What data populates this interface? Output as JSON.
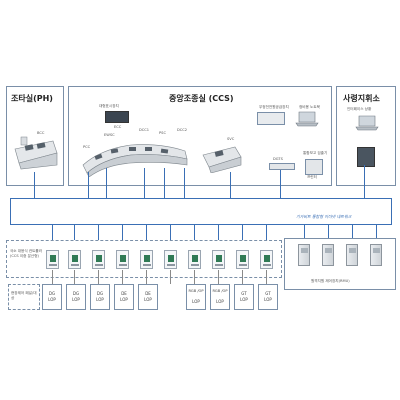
{
  "panels": {
    "ph": {
      "title": "조타실(PH)",
      "devices": [
        "BCC"
      ]
    },
    "ccs": {
      "title": "중앙조종실 (CCS)",
      "devices": [
        "대형표시장치",
        "ECC",
        "EWSC",
        "DCC1",
        "DCC2",
        "PCC",
        "PSC",
        "SVC",
        "DGTS",
        "통합보고 검출기",
        "무정전전원공급장치",
        "정비용 노트북",
        "프린터"
      ]
    },
    "hq": {
      "title": "사령지휘소",
      "devices": [
        "인터페이스 상황"
      ]
    }
  },
  "network_label": "기가비트 통합형 이더넷 네트워크",
  "lower_left_caption": "국소 대응식 컨트롤러 (CCS 이중 분산형)",
  "controllers": [
    {
      "line1": "DG",
      "line2": "LOP"
    },
    {
      "line1": "DG",
      "line2": "LOP"
    },
    {
      "line1": "DG",
      "line2": "LOP"
    },
    {
      "line1": "DE",
      "line2": "LOP"
    },
    {
      "line1": "DE",
      "line2": "LOP"
    },
    {
      "line1": "RGB /OP",
      "line2": "LOP"
    },
    {
      "line1": "RGB /OP",
      "line2": "LOP"
    },
    {
      "line1": "GT",
      "line2": "LOP"
    },
    {
      "line1": "GT",
      "line2": "LOP"
    }
  ],
  "lower_left_box_label": "현장제어 패널/대상",
  "right_caption": "원격지원 제어장치(RMU)",
  "colors": {
    "network": "#3a6fb5",
    "panel_border": "#7a8fa8",
    "led": "#2f7a55"
  }
}
